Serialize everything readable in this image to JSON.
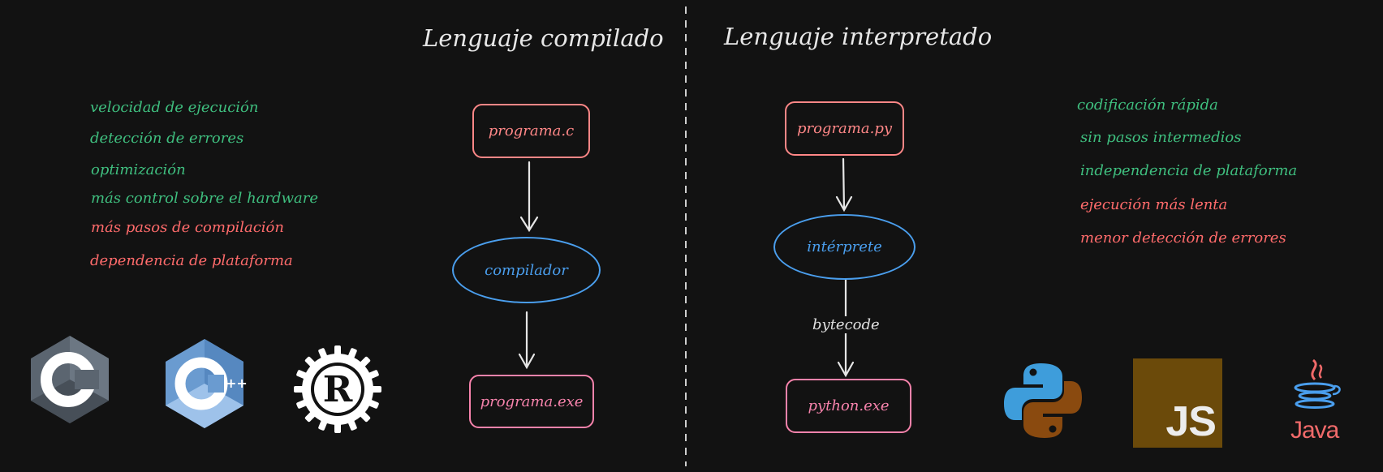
{
  "compiled": {
    "title": "Lenguaje compilado",
    "pros": [
      "velocidad de ejecución",
      "detección de errores",
      "optimización",
      "más control sobre el hardware"
    ],
    "cons": [
      "más pasos de compilación",
      "dependencia de plataforma"
    ],
    "flow": {
      "source": "programa.c",
      "processor": "compilador",
      "output": "programa.exe"
    },
    "logos": [
      {
        "icon": "c-language-icon",
        "color": "#5c6b7a"
      },
      {
        "icon": "cpp-language-icon",
        "color": "#6295cb"
      },
      {
        "icon": "rust-language-icon",
        "color": "#ffffff"
      }
    ]
  },
  "interpreted": {
    "title": "Lenguaje interpretado",
    "pros": [
      "codificación rápida",
      "sin pasos intermedios",
      "independencia de plataforma"
    ],
    "cons": [
      "ejecución más lenta",
      "menor detección de errores"
    ],
    "flow": {
      "source": "programa.py",
      "processor": "intérprete",
      "edge_label": "bytecode",
      "output": "python.exe"
    },
    "logos": [
      {
        "icon": "python-icon",
        "color": "#3e9ddb"
      },
      {
        "icon": "javascript-icon",
        "label": "JS",
        "color": "#6b4a0a"
      },
      {
        "icon": "java-icon",
        "label": "Java",
        "color": "#f06a6a"
      }
    ]
  },
  "colors": {
    "pro": "#3fbf7f",
    "con": "#ff6b6b",
    "box": "#ff8787",
    "ellipse": "#4a9eed"
  }
}
